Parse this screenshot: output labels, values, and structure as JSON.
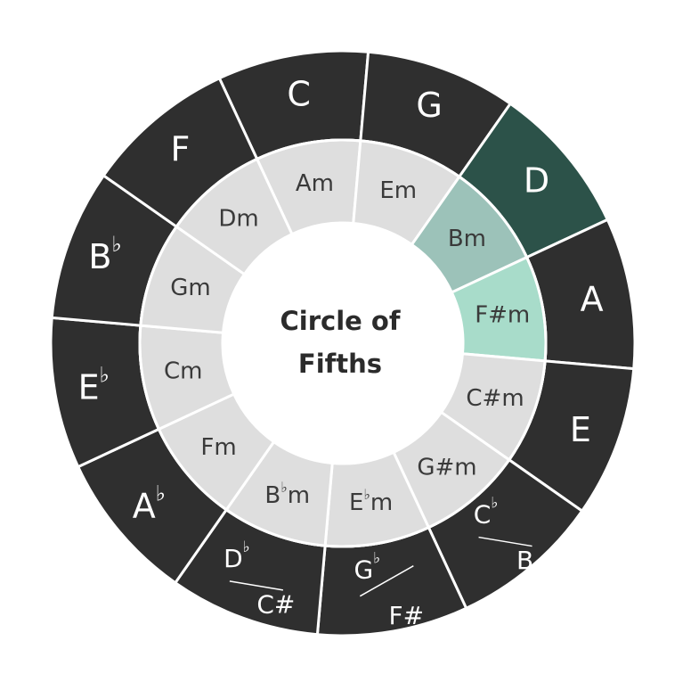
{
  "title_lines": [
    "Circle of",
    "Fifths"
  ],
  "colors": {
    "outer_ring": "#2f2f2f",
    "inner_ring": "#dedede",
    "center": "#ffffff",
    "divider": "#ffffff",
    "highlight_major": "#2c5249",
    "highlight_major_text": "#9fc8bd",
    "highlight_relative_minor": "#9cc2b9",
    "highlight_relative_minor_text": "#3d5e57",
    "highlight_neighbor_minor": "#a8dcca",
    "highlight_neighbor_minor_text": "#3d6a5e"
  },
  "major_keys": [
    {
      "id": "c",
      "label": "C"
    },
    {
      "id": "g",
      "label": "G"
    },
    {
      "id": "d",
      "label": "D",
      "highlight": "major"
    },
    {
      "id": "a",
      "label": "A"
    },
    {
      "id": "e",
      "label": "E"
    },
    {
      "id": "b-cflat",
      "top": "C",
      "top_sup": "♭",
      "bottom": "B",
      "split": "down"
    },
    {
      "id": "fsharp-gflat",
      "top": "G",
      "top_sup": "♭",
      "bottom": "F#",
      "split": "up"
    },
    {
      "id": "csharp-dflat",
      "top": "D",
      "top_sup": "♭",
      "bottom": "C#",
      "split": "down"
    },
    {
      "id": "aflat",
      "label": "A",
      "sup": "♭"
    },
    {
      "id": "eflat",
      "label": "E",
      "sup": "♭"
    },
    {
      "id": "bflat",
      "label": "B",
      "sup": "♭"
    },
    {
      "id": "f",
      "label": "F"
    }
  ],
  "minor_keys": [
    {
      "id": "am",
      "label": "Am"
    },
    {
      "id": "em",
      "label": "Em"
    },
    {
      "id": "bm",
      "label": "Bm",
      "highlight": "relative"
    },
    {
      "id": "fsharpm",
      "label": "F#m",
      "highlight": "neighbor"
    },
    {
      "id": "csharpm",
      "label": "C#m"
    },
    {
      "id": "gsharpm",
      "label": "G#m"
    },
    {
      "id": "eflatm",
      "base": "E",
      "sup": "♭",
      "suffix": "m"
    },
    {
      "id": "bflatm",
      "base": "B",
      "sup": "♭",
      "suffix": "m"
    },
    {
      "id": "fm",
      "label": "Fm"
    },
    {
      "id": "cm",
      "label": "Cm"
    },
    {
      "id": "gm",
      "label": "Gm"
    },
    {
      "id": "dm",
      "label": "Dm"
    }
  ]
}
